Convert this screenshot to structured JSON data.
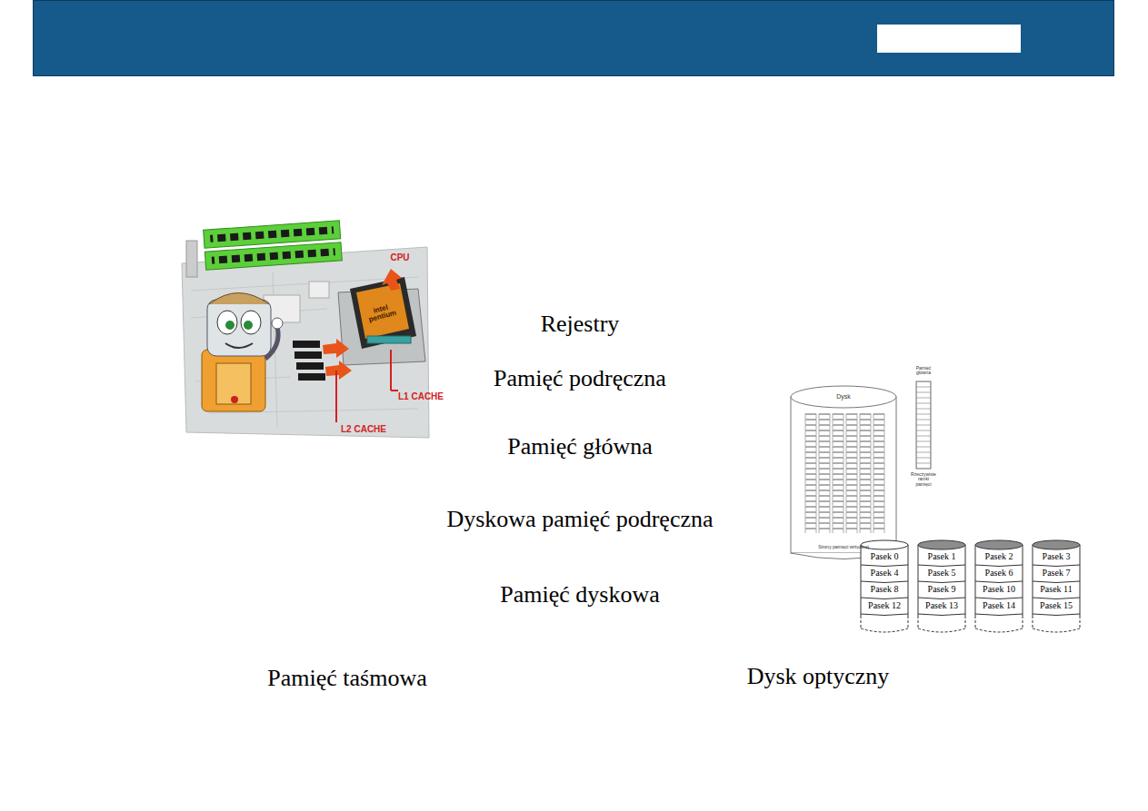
{
  "diagram": {
    "nodes": [
      {
        "text": [
          "Rejestry"
        ]
      },
      {
        "text": [
          "Pamięć podręczna"
        ]
      },
      {
        "text": [
          "Pamięć główna"
        ]
      },
      {
        "text": [
          "Dyskowa pamięć podręczna"
        ]
      },
      {
        "text": [
          "Pamięć dyskowa"
        ]
      },
      {
        "text": [
          "Pamięć taśmowa"
        ]
      },
      {
        "text": [
          "Dysk optyczny"
        ]
      }
    ],
    "labels": [
      "CPU",
      "intel pentium",
      "L1 CACHE",
      "L2 CACHE",
      "Dysk",
      "Pamięć główna",
      "Rzeczywiste ramki pamięci",
      "Strony pamięci wirtualnej",
      "Pasek 0",
      "Pasek 1",
      "Pasek 2",
      "Pasek 3",
      "Pasek 4",
      "Pasek 5",
      "Pasek 6",
      "Pasek 7",
      "Pasek 8",
      "Pasek 9",
      "Pasek 10",
      "Pasek 11",
      "Pasek 12",
      "Pasek 13",
      "Pasek 14",
      "Pasek 15"
    ]
  }
}
